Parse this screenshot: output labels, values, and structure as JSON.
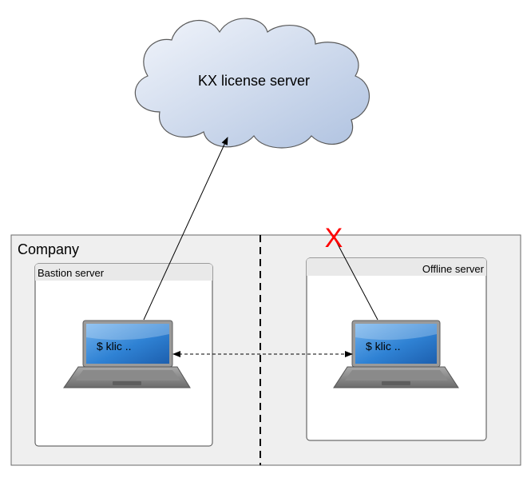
{
  "cloud": {
    "label": "KX license server"
  },
  "company": {
    "label": "Company"
  },
  "bastion": {
    "label": "Bastion server",
    "command": "$ klic .."
  },
  "offline": {
    "label": "Offline server",
    "command": "$ klic .."
  },
  "blocked_marker": {
    "label": "X",
    "color": "#ff0000"
  },
  "colors": {
    "cloud_fill_light": "#eef2fa",
    "cloud_fill_dark": "#b8c8e2",
    "screen_blue": "#2f7fd0"
  }
}
